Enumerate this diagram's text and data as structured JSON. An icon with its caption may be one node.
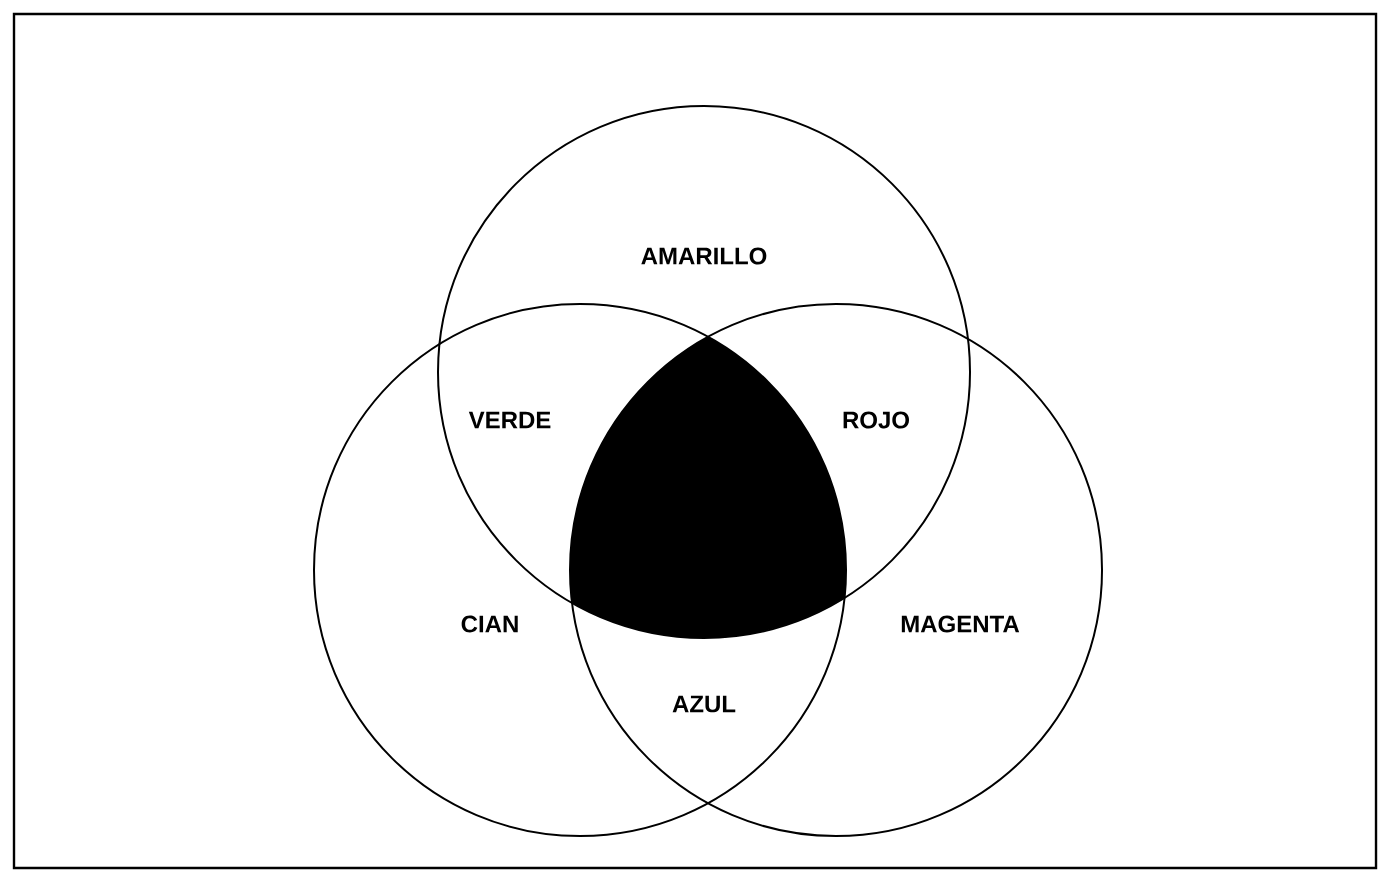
{
  "diagram": {
    "nodes": [
      {
        "text": [
          "AMARILLO"
        ]
      },
      {
        "text": [
          "CIAN"
        ]
      },
      {
        "text": [
          "MAGENTA"
        ]
      },
      {
        "text": [],
        "shape": "region"
      }
    ],
    "labels": [
      "VERDE",
      "ROJO",
      "AZUL"
    ]
  }
}
